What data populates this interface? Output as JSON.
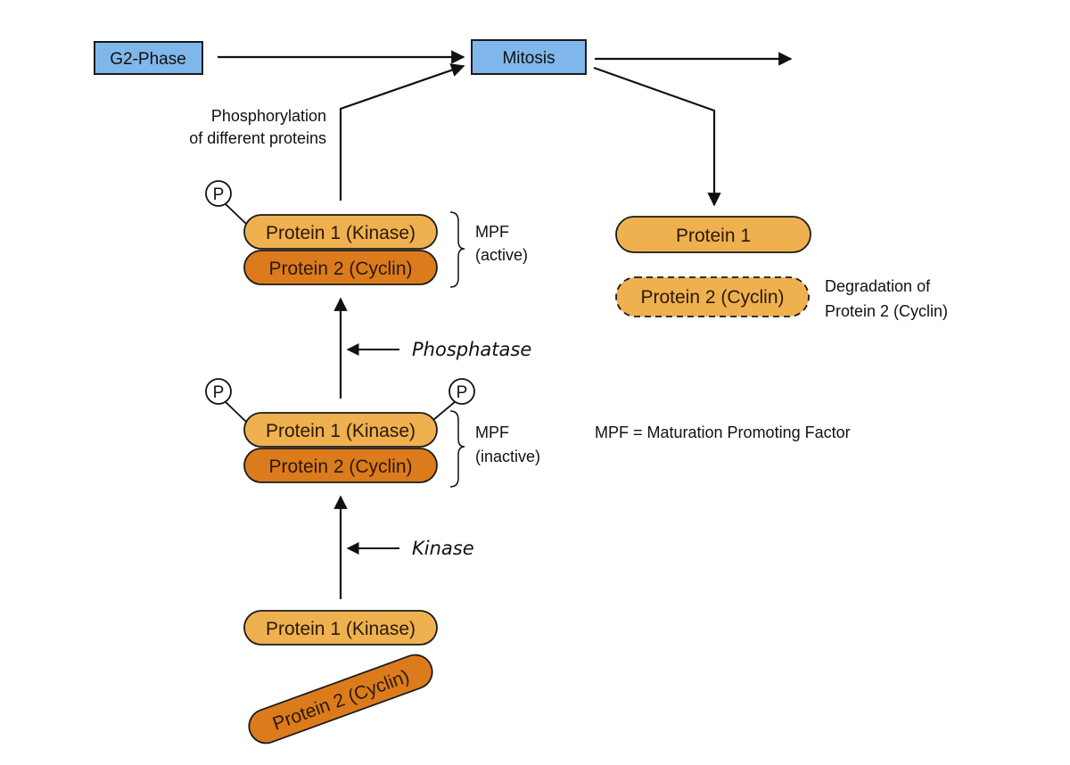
{
  "colors": {
    "box_fill": "#7fb7ea",
    "kinase_fill": "#efb04f",
    "cyclin_fill": "#dc7b1c",
    "outline": "#1a1a1a"
  },
  "nodes": {
    "g2_phase": "G2-Phase",
    "mitosis": "Mitosis"
  },
  "labels": {
    "phosphorylation_line1": "Phosphorylation",
    "phosphorylation_line2": "of different proteins",
    "mpf_active_line1": "MPF",
    "mpf_active_line2": "(active)",
    "mpf_inactive_line1": "MPF",
    "mpf_inactive_line2": "(inactive)",
    "phosphatase": "Phosphatase",
    "kinase": "Kinase",
    "degradation_line1": "Degradation of",
    "degradation_line2": "Protein 2 (Cyclin)",
    "mpf_definition": "MPF = Maturation Promoting Factor"
  },
  "proteins": {
    "kinase": "Protein 1 (Kinase)",
    "cyclin": "Protein 2 (Cyclin)",
    "protein1": "Protein 1",
    "phosphate": "P"
  }
}
